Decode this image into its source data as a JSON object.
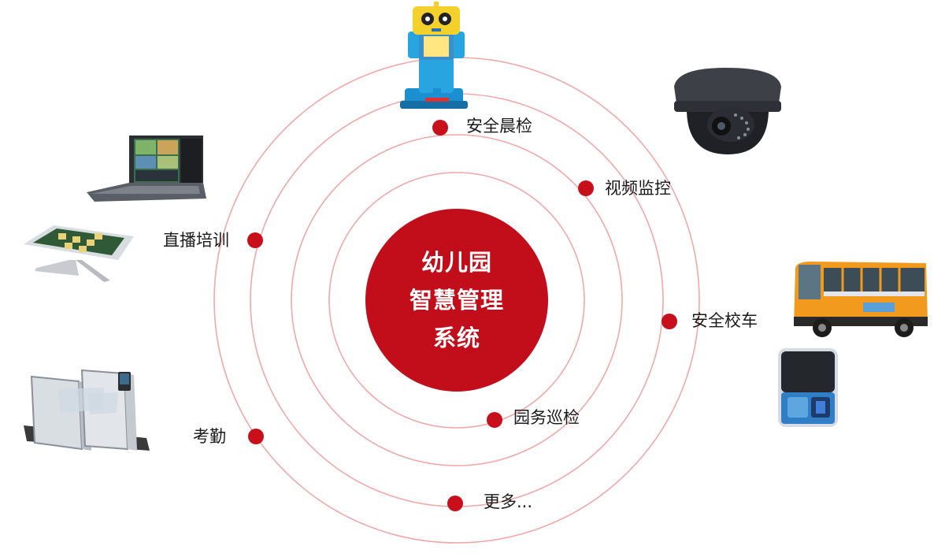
{
  "center": {
    "line1": "幼儿园",
    "line2": "智慧管理",
    "line3": "系统"
  },
  "nodes": [
    {
      "key": "morning",
      "label": "安全晨检"
    },
    {
      "key": "video",
      "label": "视频监控"
    },
    {
      "key": "live",
      "label": "直播培训"
    },
    {
      "key": "bus",
      "label": "安全校车"
    },
    {
      "key": "patrol",
      "label": "园务巡检"
    },
    {
      "key": "attendance",
      "label": "考勤"
    },
    {
      "key": "more",
      "label": "更多..."
    }
  ],
  "devices": [
    {
      "name": "robot",
      "icon": "robot-icon"
    },
    {
      "name": "camera",
      "icon": "dome-camera-icon"
    },
    {
      "name": "laptop",
      "icon": "broadcast-laptop-icon"
    },
    {
      "name": "table",
      "icon": "touch-table-icon"
    },
    {
      "name": "bus",
      "icon": "school-bus-icon"
    },
    {
      "name": "card-reader",
      "icon": "card-reader-icon"
    },
    {
      "name": "gate",
      "icon": "access-gate-icon"
    }
  ],
  "colors": {
    "accent": "#c20d1a",
    "ring": "#f0a8a8"
  }
}
